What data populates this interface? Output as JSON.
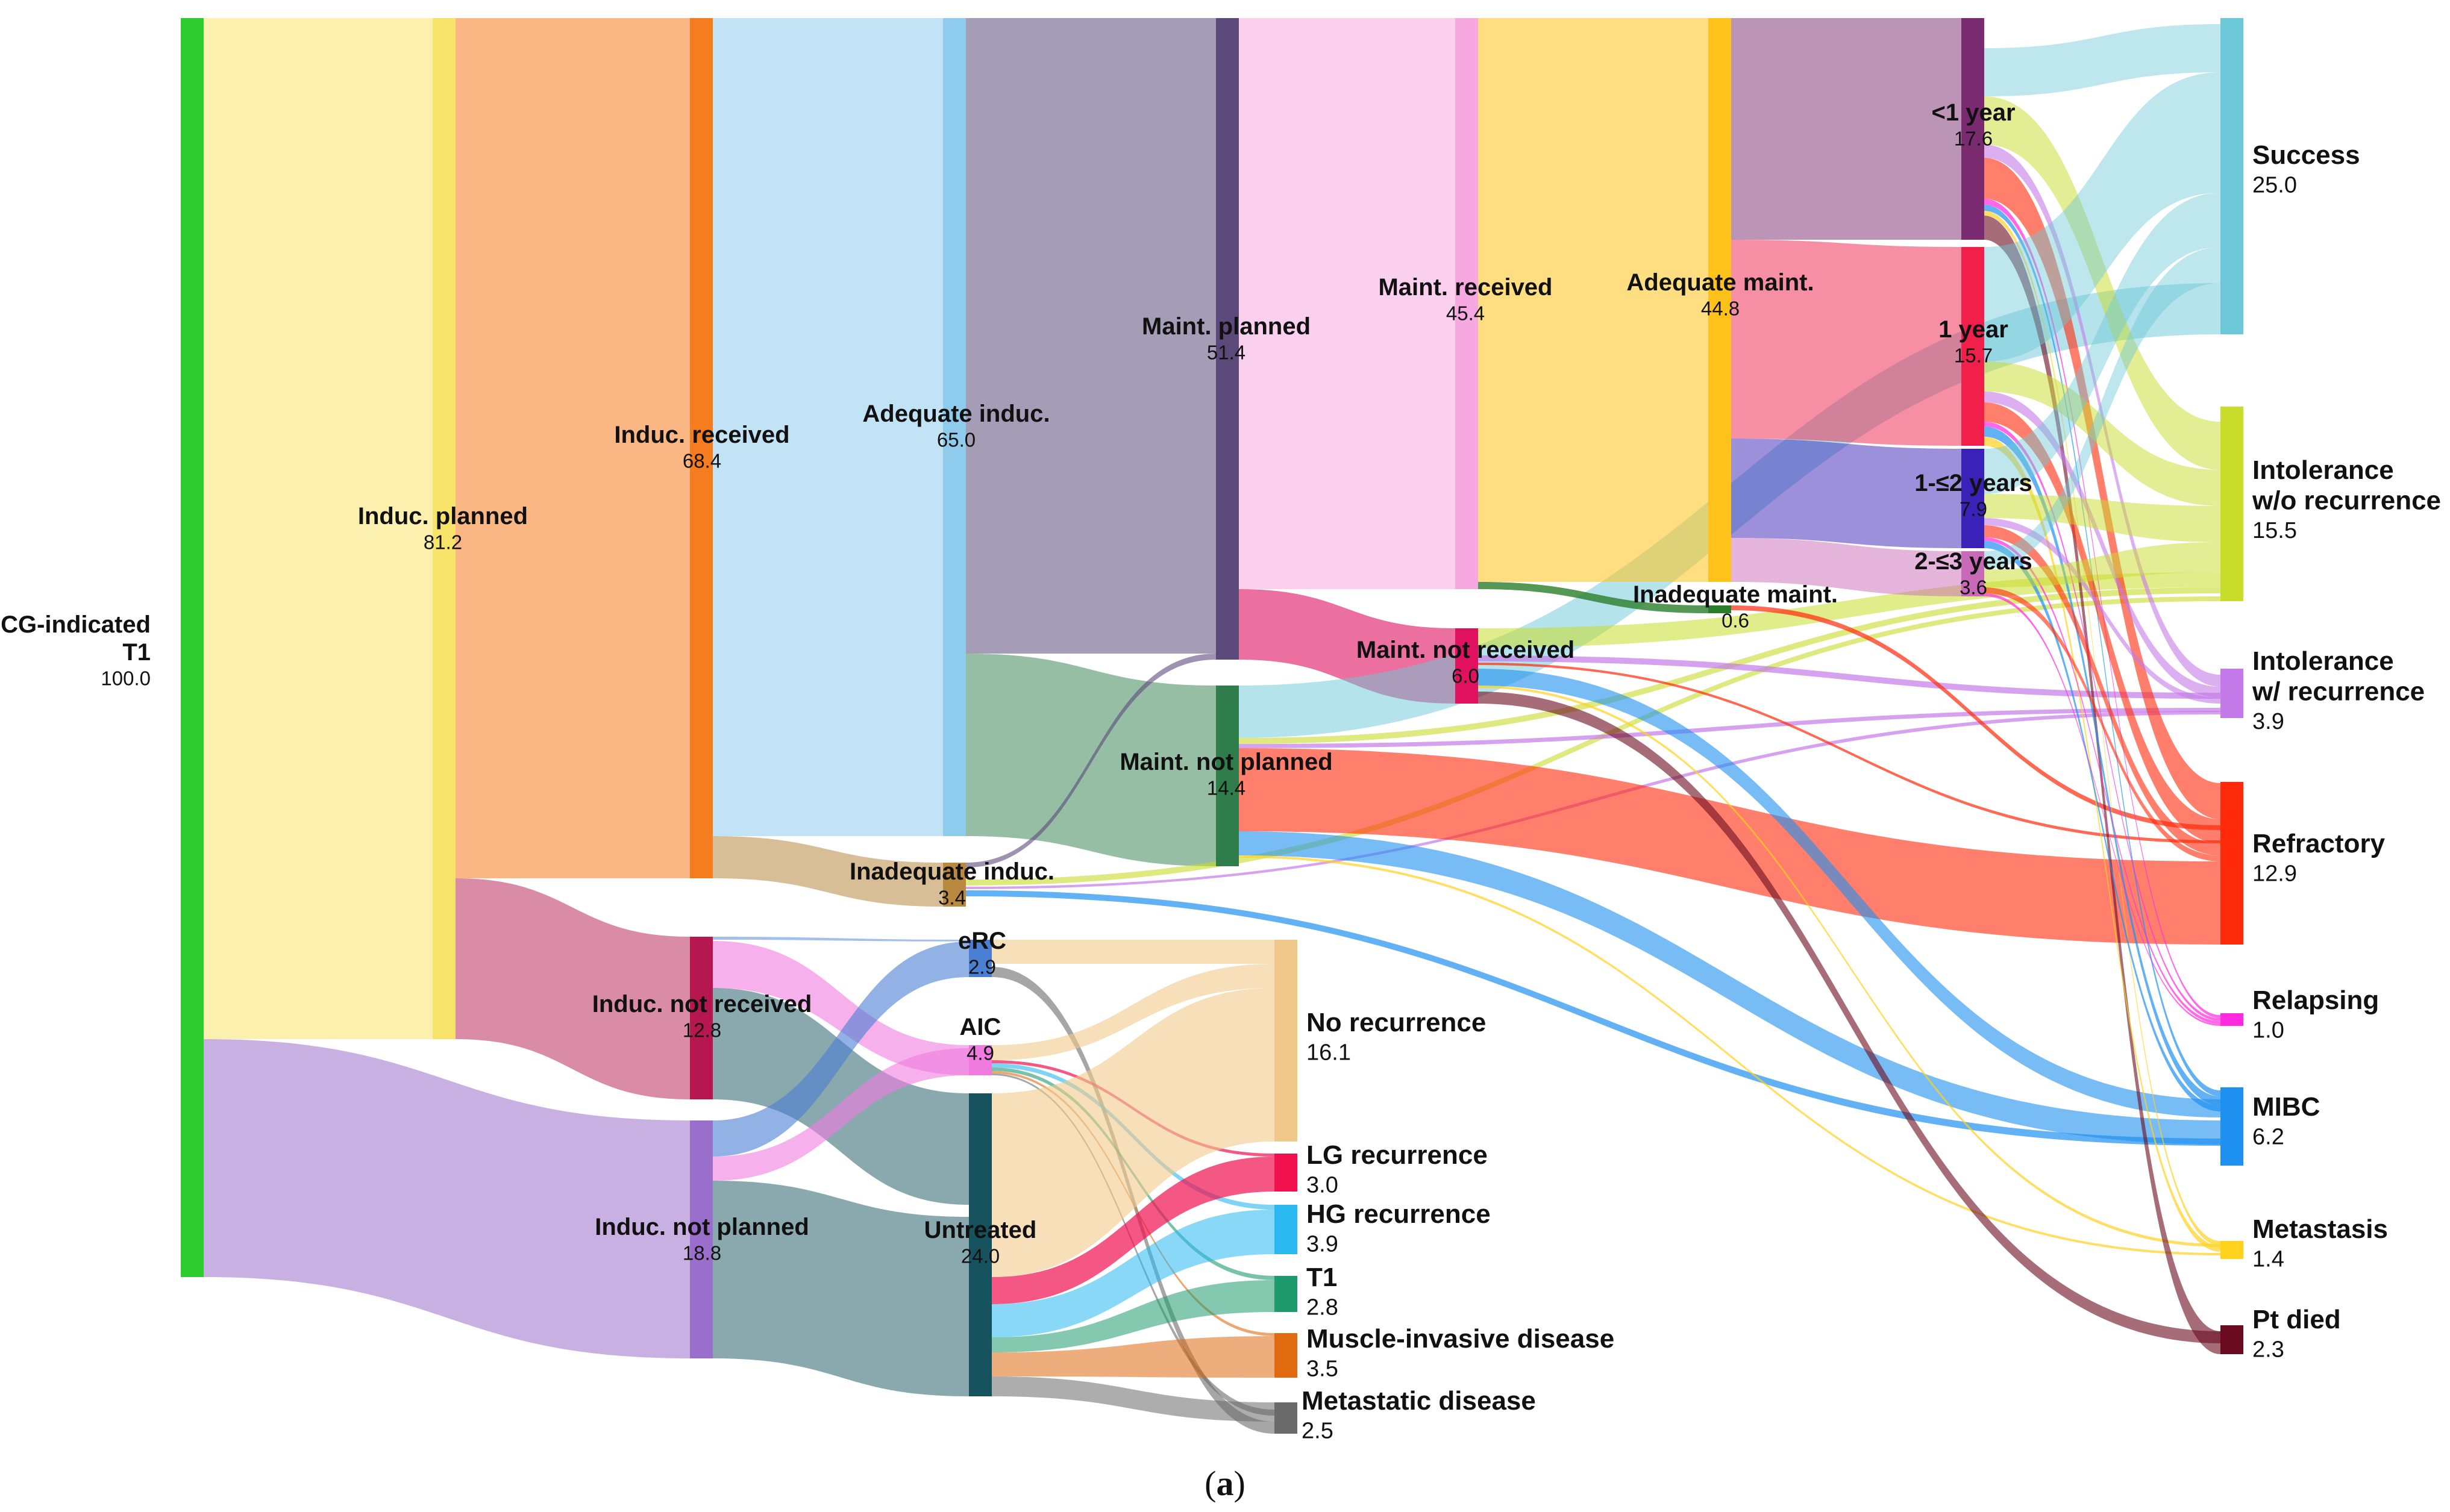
{
  "figure_label": {
    "open": "(",
    "letter": "a",
    "close": ")"
  },
  "nodes": {
    "bcg": {
      "name": [
        "BCG-indicated",
        "T1"
      ],
      "value": "100.0",
      "color": "#2ecc2e"
    },
    "ind_plan": {
      "name": [
        "Induc. planned"
      ],
      "value": "81.2",
      "color": "#f7e36a"
    },
    "ind_notplan": {
      "name": [
        "Induc. not planned"
      ],
      "value": "18.8",
      "color": "#9a6fcc"
    },
    "ind_rec": {
      "name": [
        "Induc. received"
      ],
      "value": "68.4",
      "color": "#f57c1f"
    },
    "ind_notrec": {
      "name": [
        "Induc. not received"
      ],
      "value": "12.8",
      "color": "#b5174e"
    },
    "adeq_ind": {
      "name": [
        "Adequate induc."
      ],
      "value": "65.0",
      "color": "#8fcbec"
    },
    "inadeq_ind": {
      "name": [
        "Inadequate induc."
      ],
      "value": "3.4",
      "color": "#b8893f"
    },
    "erc": {
      "name": [
        "eRC"
      ],
      "value": "2.9",
      "color": "#4a7fd4"
    },
    "aic": {
      "name": [
        "AIC"
      ],
      "value": "4.9",
      "color": "#f07be0"
    },
    "untreated": {
      "name": [
        "Untreated"
      ],
      "value": "24.0",
      "color": "#16535e"
    },
    "maint_plan": {
      "name": [
        "Maint. planned"
      ],
      "value": "51.4",
      "color": "#5b4a79"
    },
    "maint_notplan": {
      "name": [
        "Maint. not planned"
      ],
      "value": "14.4",
      "color": "#2e7d4a"
    },
    "maint_rec": {
      "name": [
        "Maint. received"
      ],
      "value": "45.4",
      "color": "#f7a8e0"
    },
    "maint_notrec": {
      "name": [
        "Maint. not received"
      ],
      "value": "6.0",
      "color": "#e0115f"
    },
    "adeq_maint": {
      "name": [
        "Adequate maint."
      ],
      "value": "44.8",
      "color": "#ffc21a"
    },
    "inadeq_maint": {
      "name": [
        "Inadequate maint."
      ],
      "value": "0.6",
      "color": "#2a7d2a"
    },
    "lt1": {
      "name": [
        "<1 year"
      ],
      "value": "17.6",
      "color": "#7a2a6e"
    },
    "y1": {
      "name": [
        "1 year"
      ],
      "value": "15.7",
      "color": "#f0204a"
    },
    "y12": {
      "name": [
        "1-≤2 years"
      ],
      "value": "7.9",
      "color": "#3a22b8"
    },
    "y23": {
      "name": [
        "2-≤3 years"
      ],
      "value": "3.6",
      "color": "#c96ab8"
    },
    "norec": {
      "name": [
        "No recurrence"
      ],
      "value": "16.1",
      "color": "#f0c98a"
    },
    "lgrec": {
      "name": [
        "LG recurrence"
      ],
      "value": "3.0",
      "color": "#f0104e"
    },
    "hgrec": {
      "name": [
        "HG recurrence"
      ],
      "value": "3.9",
      "color": "#2ab8f0"
    },
    "t1out": {
      "name": [
        "T1"
      ],
      "value": "2.8",
      "color": "#1e9a6e"
    },
    "mid": {
      "name": [
        "Muscle-invasive disease"
      ],
      "value": "3.5",
      "color": "#e06a10"
    },
    "metdis": {
      "name": [
        "Metastatic disease"
      ],
      "value": "2.5",
      "color": "#6a6a6a"
    },
    "success": {
      "name": [
        "Success"
      ],
      "value": "25.0",
      "color": "#6cc8d8"
    },
    "int_wo": {
      "name": [
        "Intolerance",
        "w/o recurrence"
      ],
      "value": "15.5",
      "color": "#c8dc2a"
    },
    "int_w": {
      "name": [
        "Intolerance",
        "w/ recurrence"
      ],
      "value": "3.9",
      "color": "#c47ae8"
    },
    "refractory": {
      "name": [
        "Refractory"
      ],
      "value": "12.9",
      "color": "#ff2a0a"
    },
    "relapsing": {
      "name": [
        "Relapsing"
      ],
      "value": "1.0",
      "color": "#ff2ae0"
    },
    "mibc": {
      "name": [
        "MIBC"
      ],
      "value": "6.2",
      "color": "#1e90f0"
    },
    "metastasis": {
      "name": [
        "Metastasis"
      ],
      "value": "1.4",
      "color": "#ffd21e"
    },
    "ptdied": {
      "name": [
        "Pt died"
      ],
      "value": "2.3",
      "color": "#6a0a1e"
    }
  }
}
